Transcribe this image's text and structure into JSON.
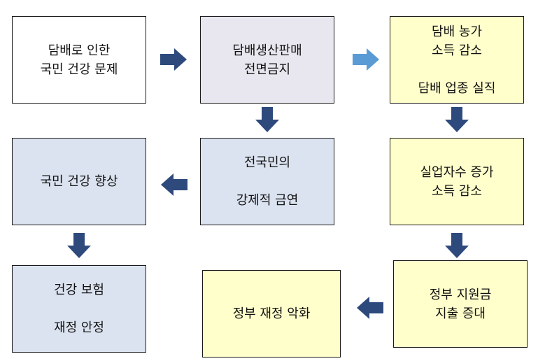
{
  "colors": {
    "box_white": "#ffffff",
    "box_grey": "#e8e6ee",
    "box_blue": "#dce3f0",
    "box_yellow": "#ffffcc",
    "arrow_dark": "#2e4a7d",
    "arrow_light": "#5b9bd5"
  },
  "boxes": {
    "smoking_problem": {
      "line1": "담배로 인한",
      "line2": "국민 건강 문제"
    },
    "total_ban": {
      "line1": "담배생산판매",
      "line2": "전면금지"
    },
    "farm_income": {
      "line1": "담배 농가",
      "line2": "소득 감소",
      "line3": "담배 업종 실직"
    },
    "forced_quit": {
      "line1": "전국민의",
      "line2": "강제적 금연"
    },
    "health_improve": {
      "line1": "국민 건강 향상"
    },
    "unemployment": {
      "line1": "실업자수 증가",
      "line2": "소득 감소"
    },
    "insurance_stable": {
      "line1": "건강 보험",
      "line2": "재정 안정"
    },
    "finance_worse": {
      "line1": "정부 재정 악화"
    },
    "subsidy_increase": {
      "line1": "정부 지원금",
      "line2": "지출 증대"
    }
  },
  "arrows": [
    {
      "name": "arrow-right-1",
      "direction": "right",
      "color": "arrow_dark"
    },
    {
      "name": "arrow-right-2",
      "direction": "right",
      "color": "arrow_light"
    },
    {
      "name": "arrow-down-1",
      "direction": "down",
      "color": "arrow_dark"
    },
    {
      "name": "arrow-down-2",
      "direction": "down",
      "color": "arrow_dark"
    },
    {
      "name": "arrow-left-1",
      "direction": "left",
      "color": "arrow_dark"
    },
    {
      "name": "arrow-down-3",
      "direction": "down",
      "color": "arrow_dark"
    },
    {
      "name": "arrow-down-4",
      "direction": "down",
      "color": "arrow_dark"
    },
    {
      "name": "arrow-left-2",
      "direction": "left",
      "color": "arrow_dark"
    }
  ]
}
